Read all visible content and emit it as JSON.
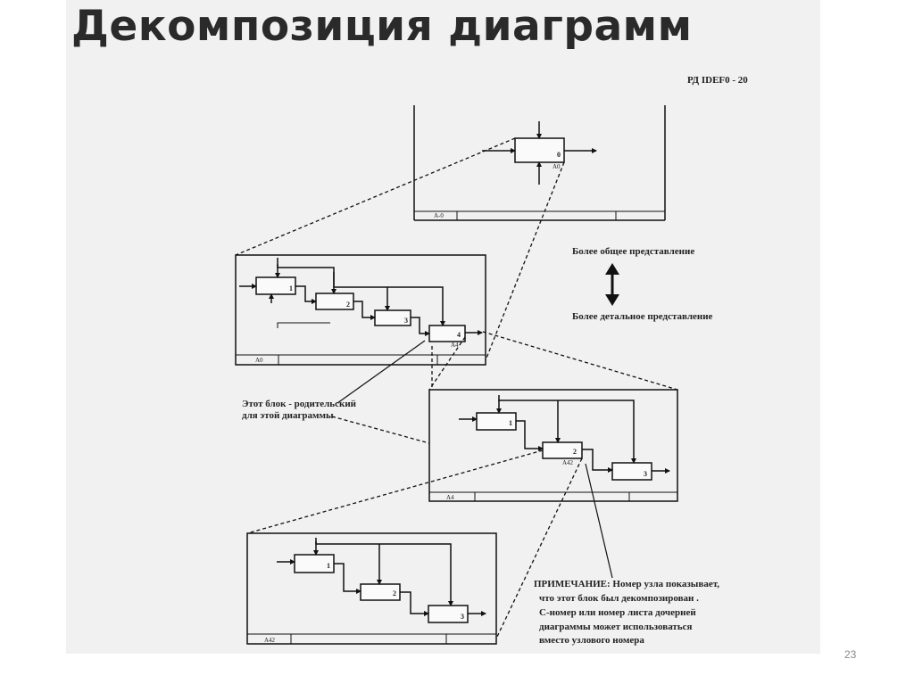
{
  "slide": {
    "title": "Декомпозиция диаграмм",
    "page_number": "23"
  },
  "diagram": {
    "standard_label": "РД IDEF0 - 20",
    "legend": {
      "top": "Более общее представление",
      "bottom": "Более детальное представление"
    },
    "parent_note": [
      "Этот блок - родительский",
      "для этой диаграммы"
    ],
    "note": [
      "ПРИМЕЧАНИЕ: Номер узла показывает,",
      "что этот блок был декомпозирован .",
      "С-номер или номер листа дочерней",
      "диаграммы может использоваться",
      "вместо узлового номера"
    ],
    "frames": {
      "top": {
        "node": "А-0",
        "block": "0",
        "block_node": "А0"
      },
      "second": {
        "node": "А0",
        "blocks": [
          "1",
          "2",
          "3",
          "4"
        ],
        "block_node": "А4"
      },
      "third": {
        "node": "А4",
        "blocks": [
          "1",
          "2",
          "3"
        ],
        "block_node": "А42"
      },
      "fourth": {
        "node": "А42",
        "blocks": [
          "1",
          "2",
          "3"
        ]
      }
    }
  }
}
